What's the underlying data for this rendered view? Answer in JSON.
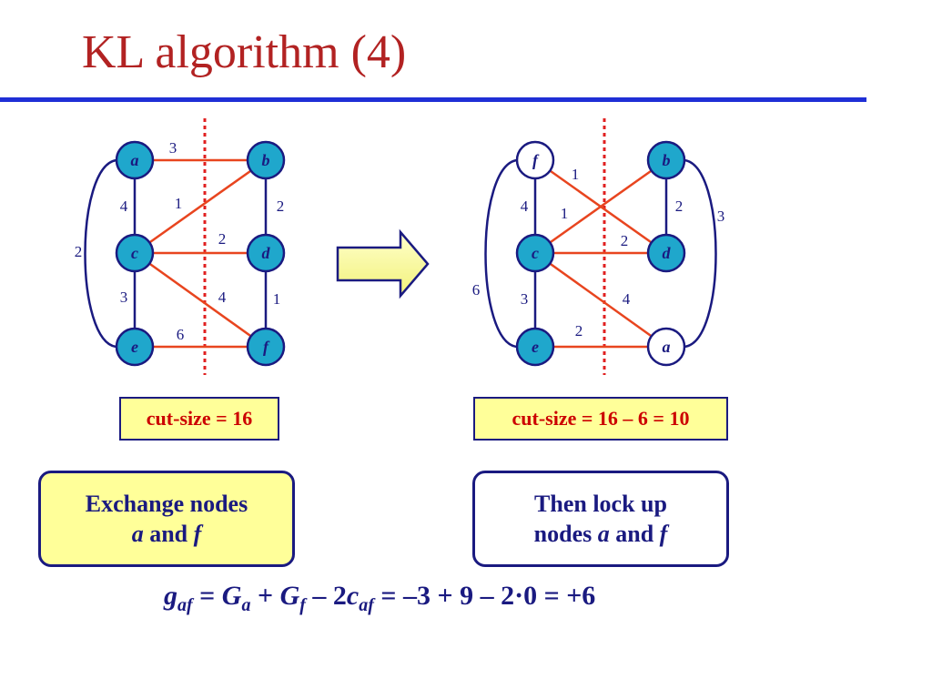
{
  "title": "KL algorithm (4)",
  "colors": {
    "title": "#b22222",
    "rule": "#1f2fd6",
    "node_fill": "#1fa7cc",
    "node_stroke": "#1a1a80",
    "cut_edge": "#e8451f",
    "same_edge": "#1a1a80",
    "cut_line": "#e02020",
    "highlight_fill": "#ffff99",
    "text_dark": "#1a1a80"
  },
  "left_graph": {
    "nodes": {
      "a": "a",
      "b": "b",
      "c": "c",
      "d": "d",
      "e": "e",
      "f": "f"
    },
    "edge_labels": {
      "ab": "3",
      "ac": "4",
      "cb": "1",
      "bd": "2",
      "cd": "2",
      "ae": "2",
      "ce": "3",
      "cf": "4",
      "df": "1",
      "ef": "6"
    }
  },
  "right_graph": {
    "nodes": {
      "f": "f",
      "b": "b",
      "c": "c",
      "d": "d",
      "e": "e",
      "a": "a"
    },
    "edge_labels": {
      "fd": "1",
      "fc": "4",
      "cb": "1",
      "bd": "2",
      "cd": "2",
      "ba": "3",
      "fe": "6",
      "ce": "3",
      "ca": "4",
      "ea": "2"
    }
  },
  "cut_left": "cut-size = 16",
  "cut_right": "cut-size = 16 – 6 = 10",
  "note_left": {
    "line1": "Exchange nodes",
    "it1": "a",
    "mid": " and ",
    "it2": "f"
  },
  "note_right": {
    "line1": "Then lock up",
    "pre": "nodes ",
    "it1": "a",
    "mid": " and ",
    "it2": "f"
  },
  "formula": {
    "g": "g",
    "g_sub": "af",
    "eq1": " = ",
    "G1": "G",
    "G1_sub": "a",
    "plus": " + ",
    "G2": "G",
    "G2_sub": "f",
    "minus": " – 2",
    "c": "c",
    "c_sub": "af",
    "rest": " = –3 + 9 – 2·0 = +6"
  }
}
